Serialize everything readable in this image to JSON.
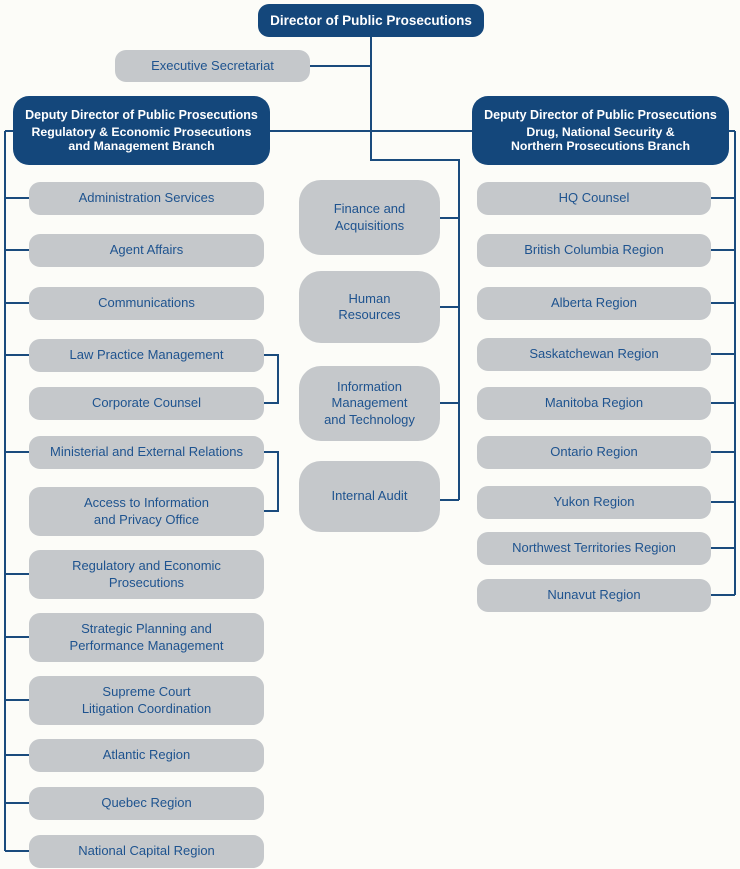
{
  "colors": {
    "node_blue": "#14477b",
    "node_gray": "#c5c8cb",
    "label_blue": "#1e538f",
    "connector_blue": "#1a4b7d",
    "background": "#fcfcf8"
  },
  "org": {
    "director": {
      "label": "Director of Public Prosecutions"
    },
    "executive_secretariat": {
      "label": "Executive Secretariat"
    },
    "left_branch": {
      "head": {
        "title": "Deputy Director of Public Prosecutions",
        "subtitle": "Regulatory & Economic Prosecutions\nand Management Branch"
      },
      "units": [
        "Administration Services",
        "Agent Affairs",
        "Communications",
        "Law Practice Management",
        "Corporate Counsel",
        "Ministerial and External Relations",
        "Access to Information\nand Privacy Office",
        "Regulatory and Economic\nProsecutions",
        "Strategic Planning and\nPerformance Management",
        "Supreme Court\nLitigation Coordination",
        "Atlantic Region",
        "Quebec Region",
        "National Capital Region"
      ]
    },
    "central_services": {
      "units": [
        "Finance and\nAcquisitions",
        "Human\nResources",
        "Information\nManagement\nand Technology",
        "Internal Audit"
      ]
    },
    "right_branch": {
      "head": {
        "title": "Deputy Director of Public Prosecutions",
        "subtitle": "Drug, National Security &\nNorthern Prosecutions Branch"
      },
      "units": [
        "HQ Counsel",
        "British Columbia Region",
        "Alberta Region",
        "Saskatchewan Region",
        "Manitoba Region",
        "Ontario Region",
        "Yukon Region",
        "Northwest Territories Region",
        "Nunavut Region"
      ]
    }
  }
}
